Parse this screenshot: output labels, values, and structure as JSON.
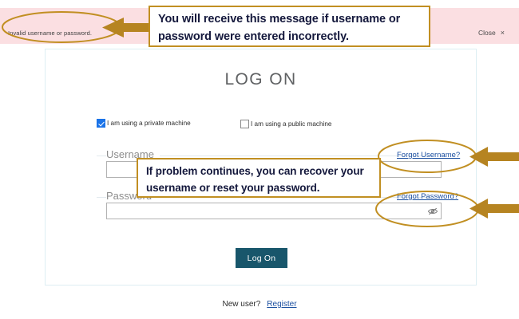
{
  "banner": {
    "error_text": "Invalid username or password.",
    "close_label": "Close",
    "close_icon": "×",
    "background_color": "#fbdfe2"
  },
  "card": {
    "title": "LOG ON",
    "machine_options": [
      {
        "label": "I am using a private machine",
        "checked": true
      },
      {
        "label": "I am using a public machine",
        "checked": false
      }
    ],
    "fields": [
      {
        "label": "Username",
        "value": "",
        "placeholder": "",
        "link_label": "Forgot Username?"
      },
      {
        "label": "Password",
        "value": "",
        "placeholder": "",
        "link_label": "Forgot Password?"
      }
    ],
    "submit_label": "Log On",
    "submit_color": "#18566b"
  },
  "footer": {
    "prompt": "New user?",
    "register_label": "Register"
  },
  "annotations": {
    "accent_color": "#c18f22",
    "callout_error": "You will receive this message if username or password were entered incorrectly.",
    "callout_recover": "If problem continues, you can recover your username or reset your password.",
    "highlighted_targets": [
      "Invalid username or password.",
      "Forgot Username?",
      "Forgot Password?"
    ]
  }
}
